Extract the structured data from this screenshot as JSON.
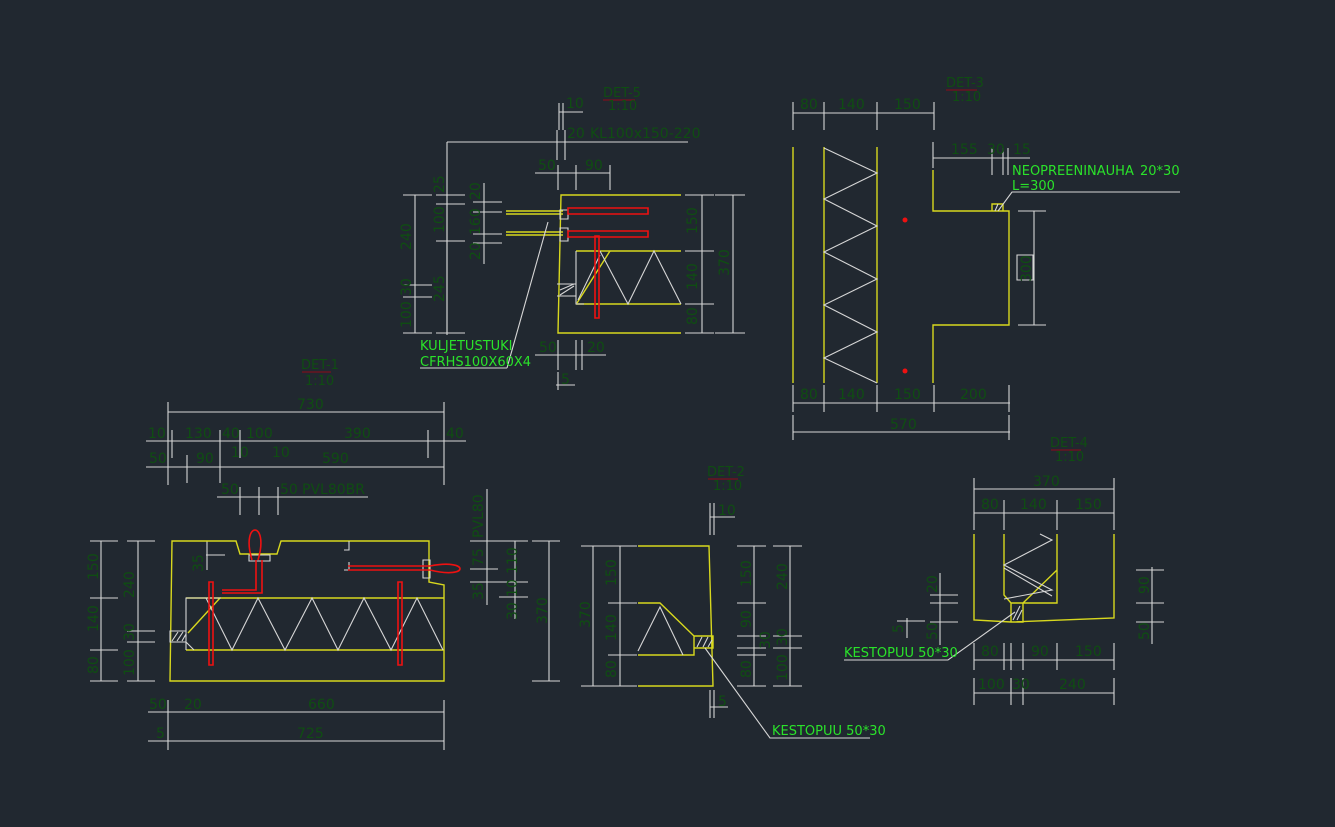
{
  "colors": {
    "background": "#212830",
    "outline": "#d8d81e",
    "rebar": "#ee1111",
    "dimension_text": "#0f4d12",
    "label": "#2ae22a"
  },
  "det5": {
    "title": "DET-5",
    "scale": "1:10",
    "dims": [
      "10",
      "20",
      "KL100x150-220",
      "50",
      "90",
      "240",
      "25",
      "100",
      "245",
      "100",
      "30",
      "20",
      "160",
      "20",
      "150",
      "140",
      "80",
      "370",
      "50",
      "20",
      "5"
    ],
    "label1": "KULJETUSTUKI",
    "label2": "CFRHS100X60X4"
  },
  "det3": {
    "title": "DET-3",
    "scale": "1:10",
    "dims": [
      "80",
      "140",
      "150",
      "155",
      "30",
      "15",
      "300",
      "80",
      "140",
      "150",
      "200",
      "570"
    ],
    "label1": "NEOPREENINAUHA",
    "label1b": "20*30",
    "label2": "L=300"
  },
  "det1": {
    "title": "DET-1",
    "scale": "1:10",
    "dims": [
      "730",
      "10",
      "130",
      "40",
      "100",
      "390",
      "40",
      "10",
      "10",
      "50",
      "90",
      "590",
      "50",
      "50",
      "PVL80BR",
      "150",
      "240",
      "140",
      "35",
      "80",
      "100",
      "30",
      "50",
      "20",
      "660",
      "5",
      "725"
    ]
  },
  "det2": {
    "title": "DET-2",
    "scale": "1:10",
    "dims": [
      "10",
      "PVL80",
      "75",
      "35",
      "110",
      "10",
      "30",
      "370",
      "370",
      "150",
      "140",
      "80",
      "150",
      "90",
      "80",
      "30",
      "240",
      "100",
      "30",
      "5"
    ],
    "label": "KESTOPUU 50*30"
  },
  "det4": {
    "title": "DET-4",
    "scale": "1:10",
    "dims": [
      "370",
      "80",
      "140",
      "150",
      "20",
      "50",
      "5",
      "90",
      "50",
      "80",
      "90",
      "150",
      "100",
      "30",
      "240"
    ],
    "label": "KESTOPUU 50*30"
  }
}
